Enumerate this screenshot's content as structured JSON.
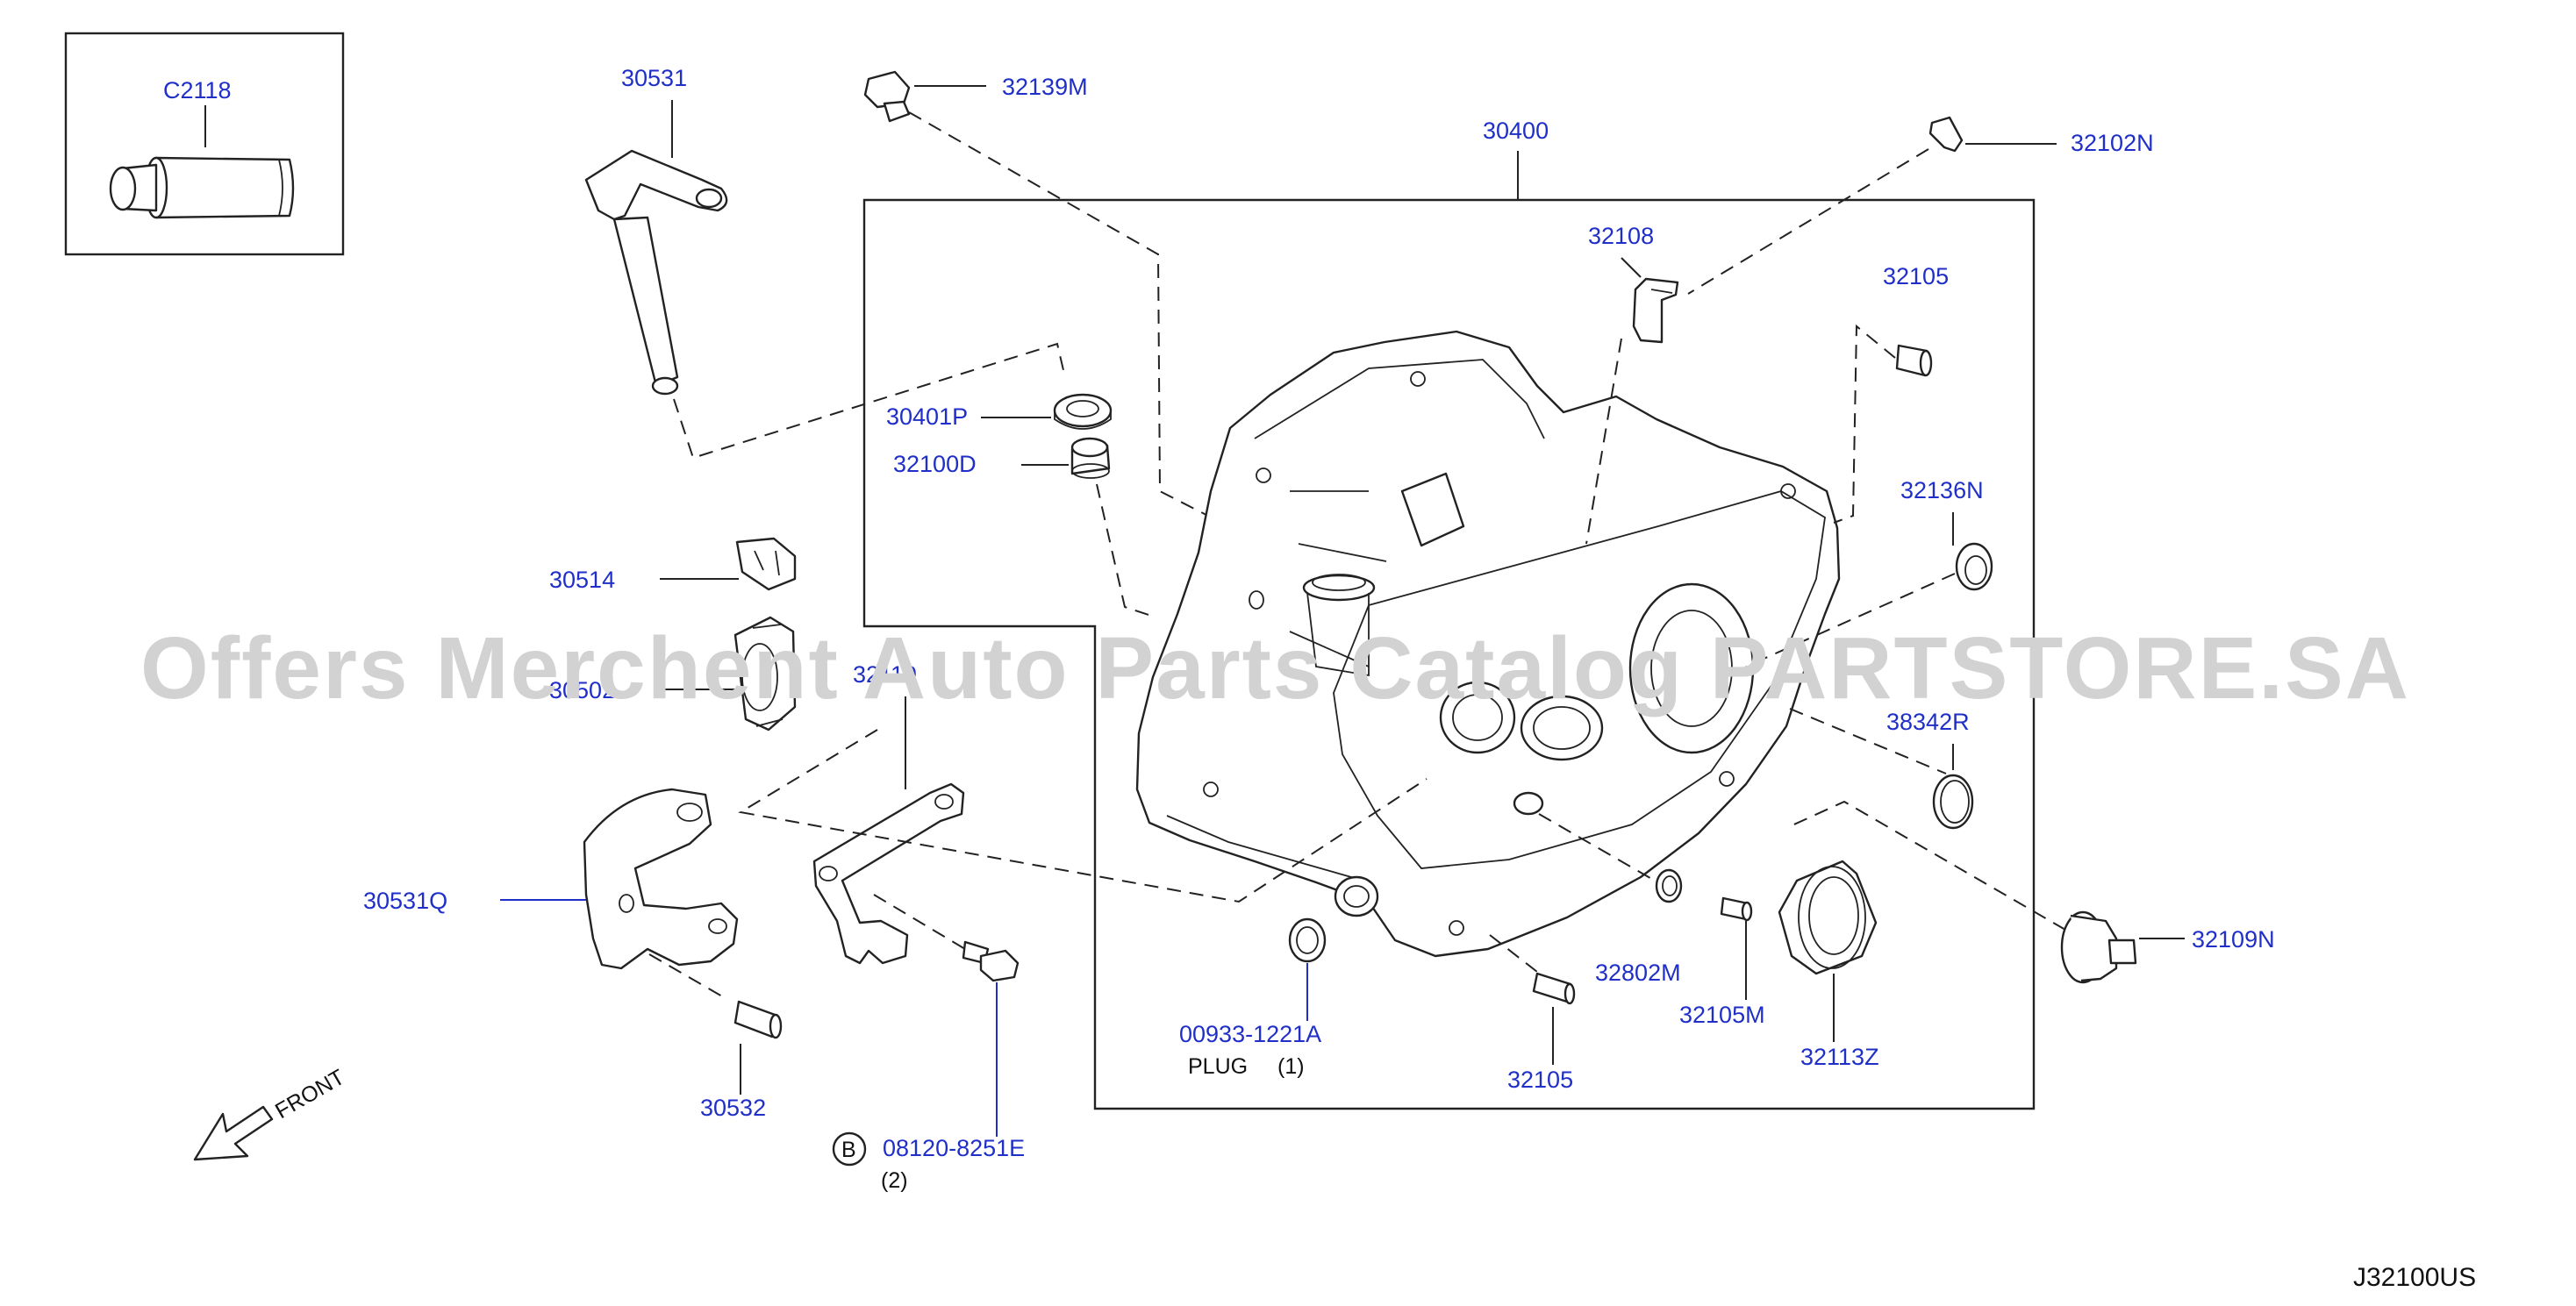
{
  "diagram": {
    "code": "J32100US",
    "watermark": "Offers Merchent Auto Parts Catalog PARTSTORE.SA",
    "front_label": "FRONT",
    "accent_color": "#1f2fc8",
    "ref_badge": "B",
    "parts": {
      "c2118": "C2118",
      "p30531": "30531",
      "p32139m": "32139M",
      "p30400": "30400",
      "p32102n": "32102N",
      "p32108": "32108",
      "p32105_top": "32105",
      "p30401p": "30401P",
      "p32100d": "32100D",
      "p32136n": "32136N",
      "p30514": "30514",
      "p30502": "30502",
      "p32119": "32119",
      "p38342r": "38342R",
      "p30531q": "30531Q",
      "p32109n": "32109N",
      "p32802m": "32802M",
      "p32105m": "32105M",
      "p32113z": "32113Z",
      "p00933": "00933-1221A",
      "plug_label": "PLUG",
      "plug_qty": "(1)",
      "p32105_bottom": "32105",
      "p30532": "30532",
      "p08120": "08120-8251E",
      "bolt_qty": "(2)"
    }
  }
}
